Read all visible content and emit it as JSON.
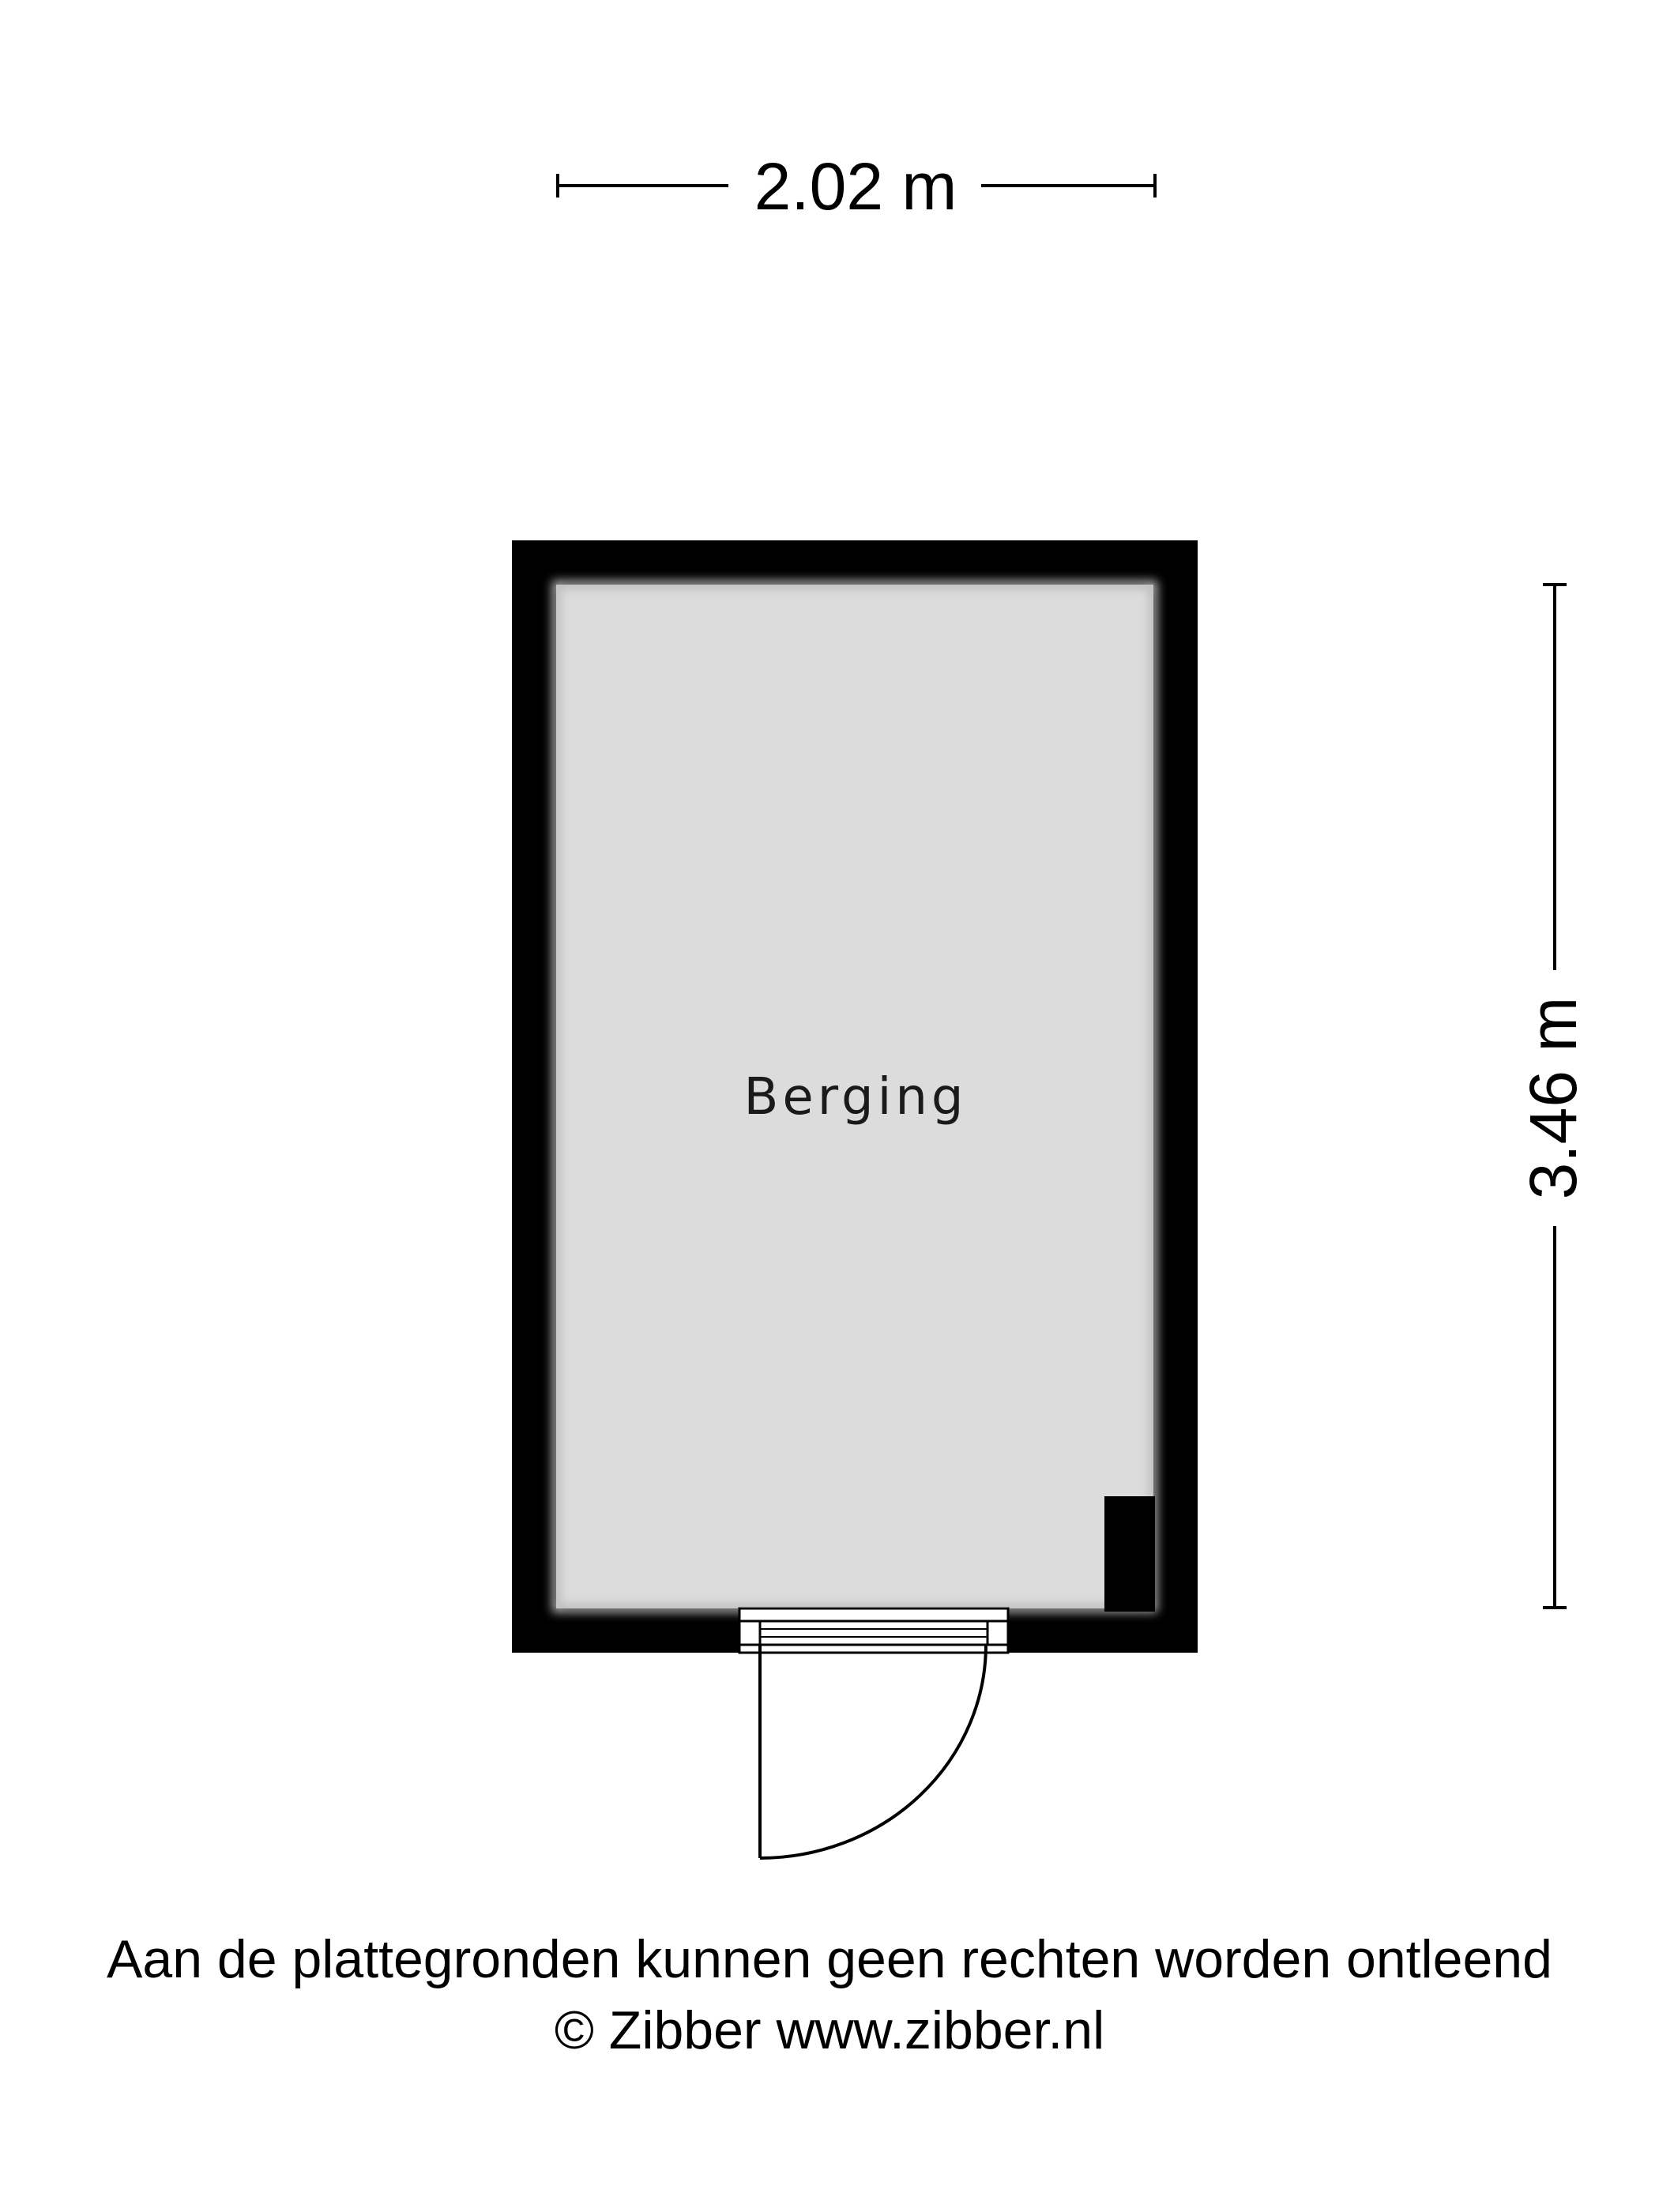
{
  "plan": {
    "room_name": "Berging",
    "width_label": "2.02 m",
    "depth_label": "3.46 m",
    "width_m": 2.02,
    "depth_m": 3.46,
    "wall_color": "#000000",
    "floor_color": "#dcdcdc",
    "door_icon": "swing-door-icon"
  },
  "footer": {
    "disclaimer": "Aan de plattegronden kunnen geen rechten worden ontleend",
    "copyright": "© Zibber www.zibber.nl"
  }
}
